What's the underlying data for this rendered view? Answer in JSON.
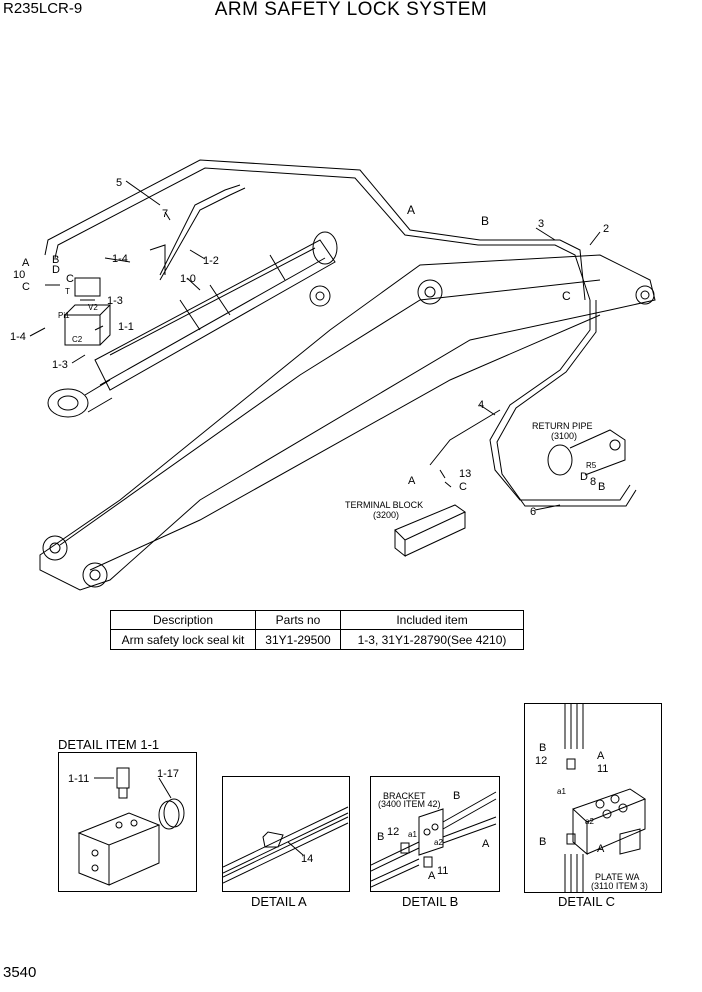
{
  "header": {
    "model": "R235LCR-9",
    "title": "ARM SAFETY LOCK SYSTEM"
  },
  "footer": {
    "page_number": "3540"
  },
  "callouts": {
    "main": [
      "5",
      "7",
      "1-4",
      "1-2",
      "1-0",
      "1-3",
      "1-1",
      "A",
      "10",
      "C",
      "B",
      "D",
      "C",
      "V2",
      "T",
      "Pi1",
      "C2",
      "1-4",
      "1-3",
      "A",
      "B",
      "3",
      "2",
      "C",
      "4",
      "RETURN PIPE",
      "(3100)",
      "R5",
      "D",
      "8",
      "B",
      "A",
      "13",
      "C",
      "TERMINAL BLOCK",
      "(3200)",
      "6"
    ]
  },
  "parts_table": {
    "headers": [
      "Description",
      "Parts no",
      "Included item"
    ],
    "rows": [
      [
        "Arm safety lock seal kit",
        "31Y1-29500",
        "1-3, 31Y1-28790(See 4210)"
      ]
    ]
  },
  "details": {
    "item_1_1": {
      "title": "DETAIL ITEM 1-1",
      "callouts": [
        "1-11",
        "1-17"
      ]
    },
    "a": {
      "label": "DETAIL A",
      "callouts": [
        "14"
      ]
    },
    "b": {
      "label": "DETAIL B",
      "callouts": [
        "BRACKET",
        "(3400 ITEM 42)",
        "B",
        "12",
        "B",
        "a1",
        "a2",
        "A",
        "A",
        "11"
      ]
    },
    "c": {
      "label": "DETAIL C",
      "callouts": [
        "B",
        "A",
        "12",
        "11",
        "a1",
        "a2",
        "B",
        "A",
        "PLATE WA",
        "(3110 ITEM 3)"
      ]
    }
  }
}
